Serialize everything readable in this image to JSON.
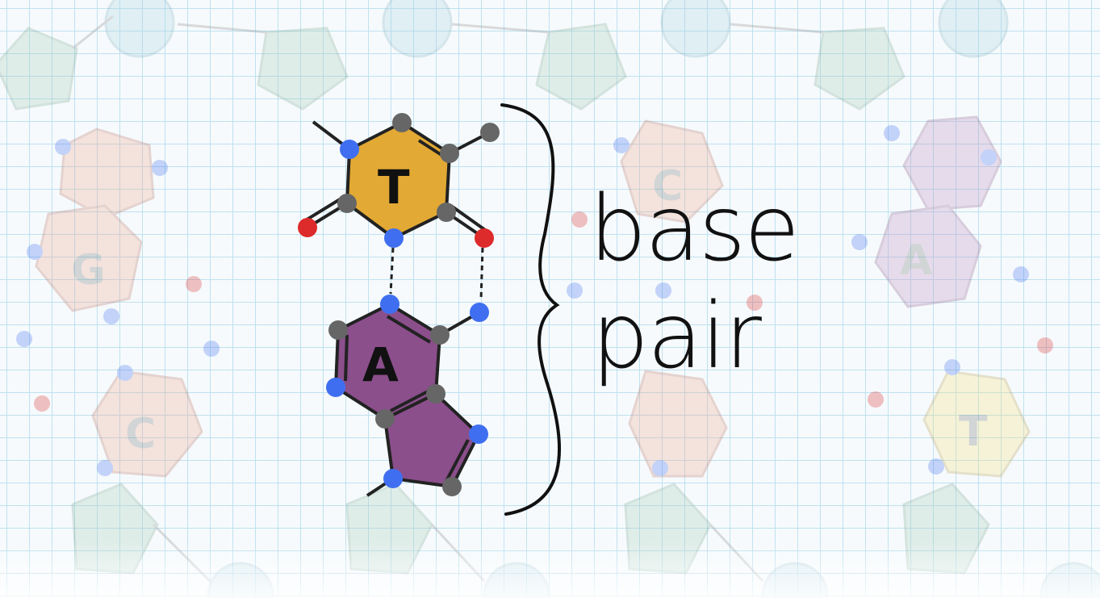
{
  "label": {
    "line1": "base",
    "line2": "pair"
  },
  "bases": {
    "top": "T",
    "bottom": "A"
  },
  "background_bases": [
    "G",
    "C",
    "C",
    "A",
    "T"
  ],
  "colors": {
    "thymine": "#e2a934",
    "adenine": "#8b4f8c",
    "nitrogen": "#3f6ff0",
    "oxygen": "#dd2a2a",
    "carbon": "#666666",
    "grid": "#bfe1f0"
  }
}
